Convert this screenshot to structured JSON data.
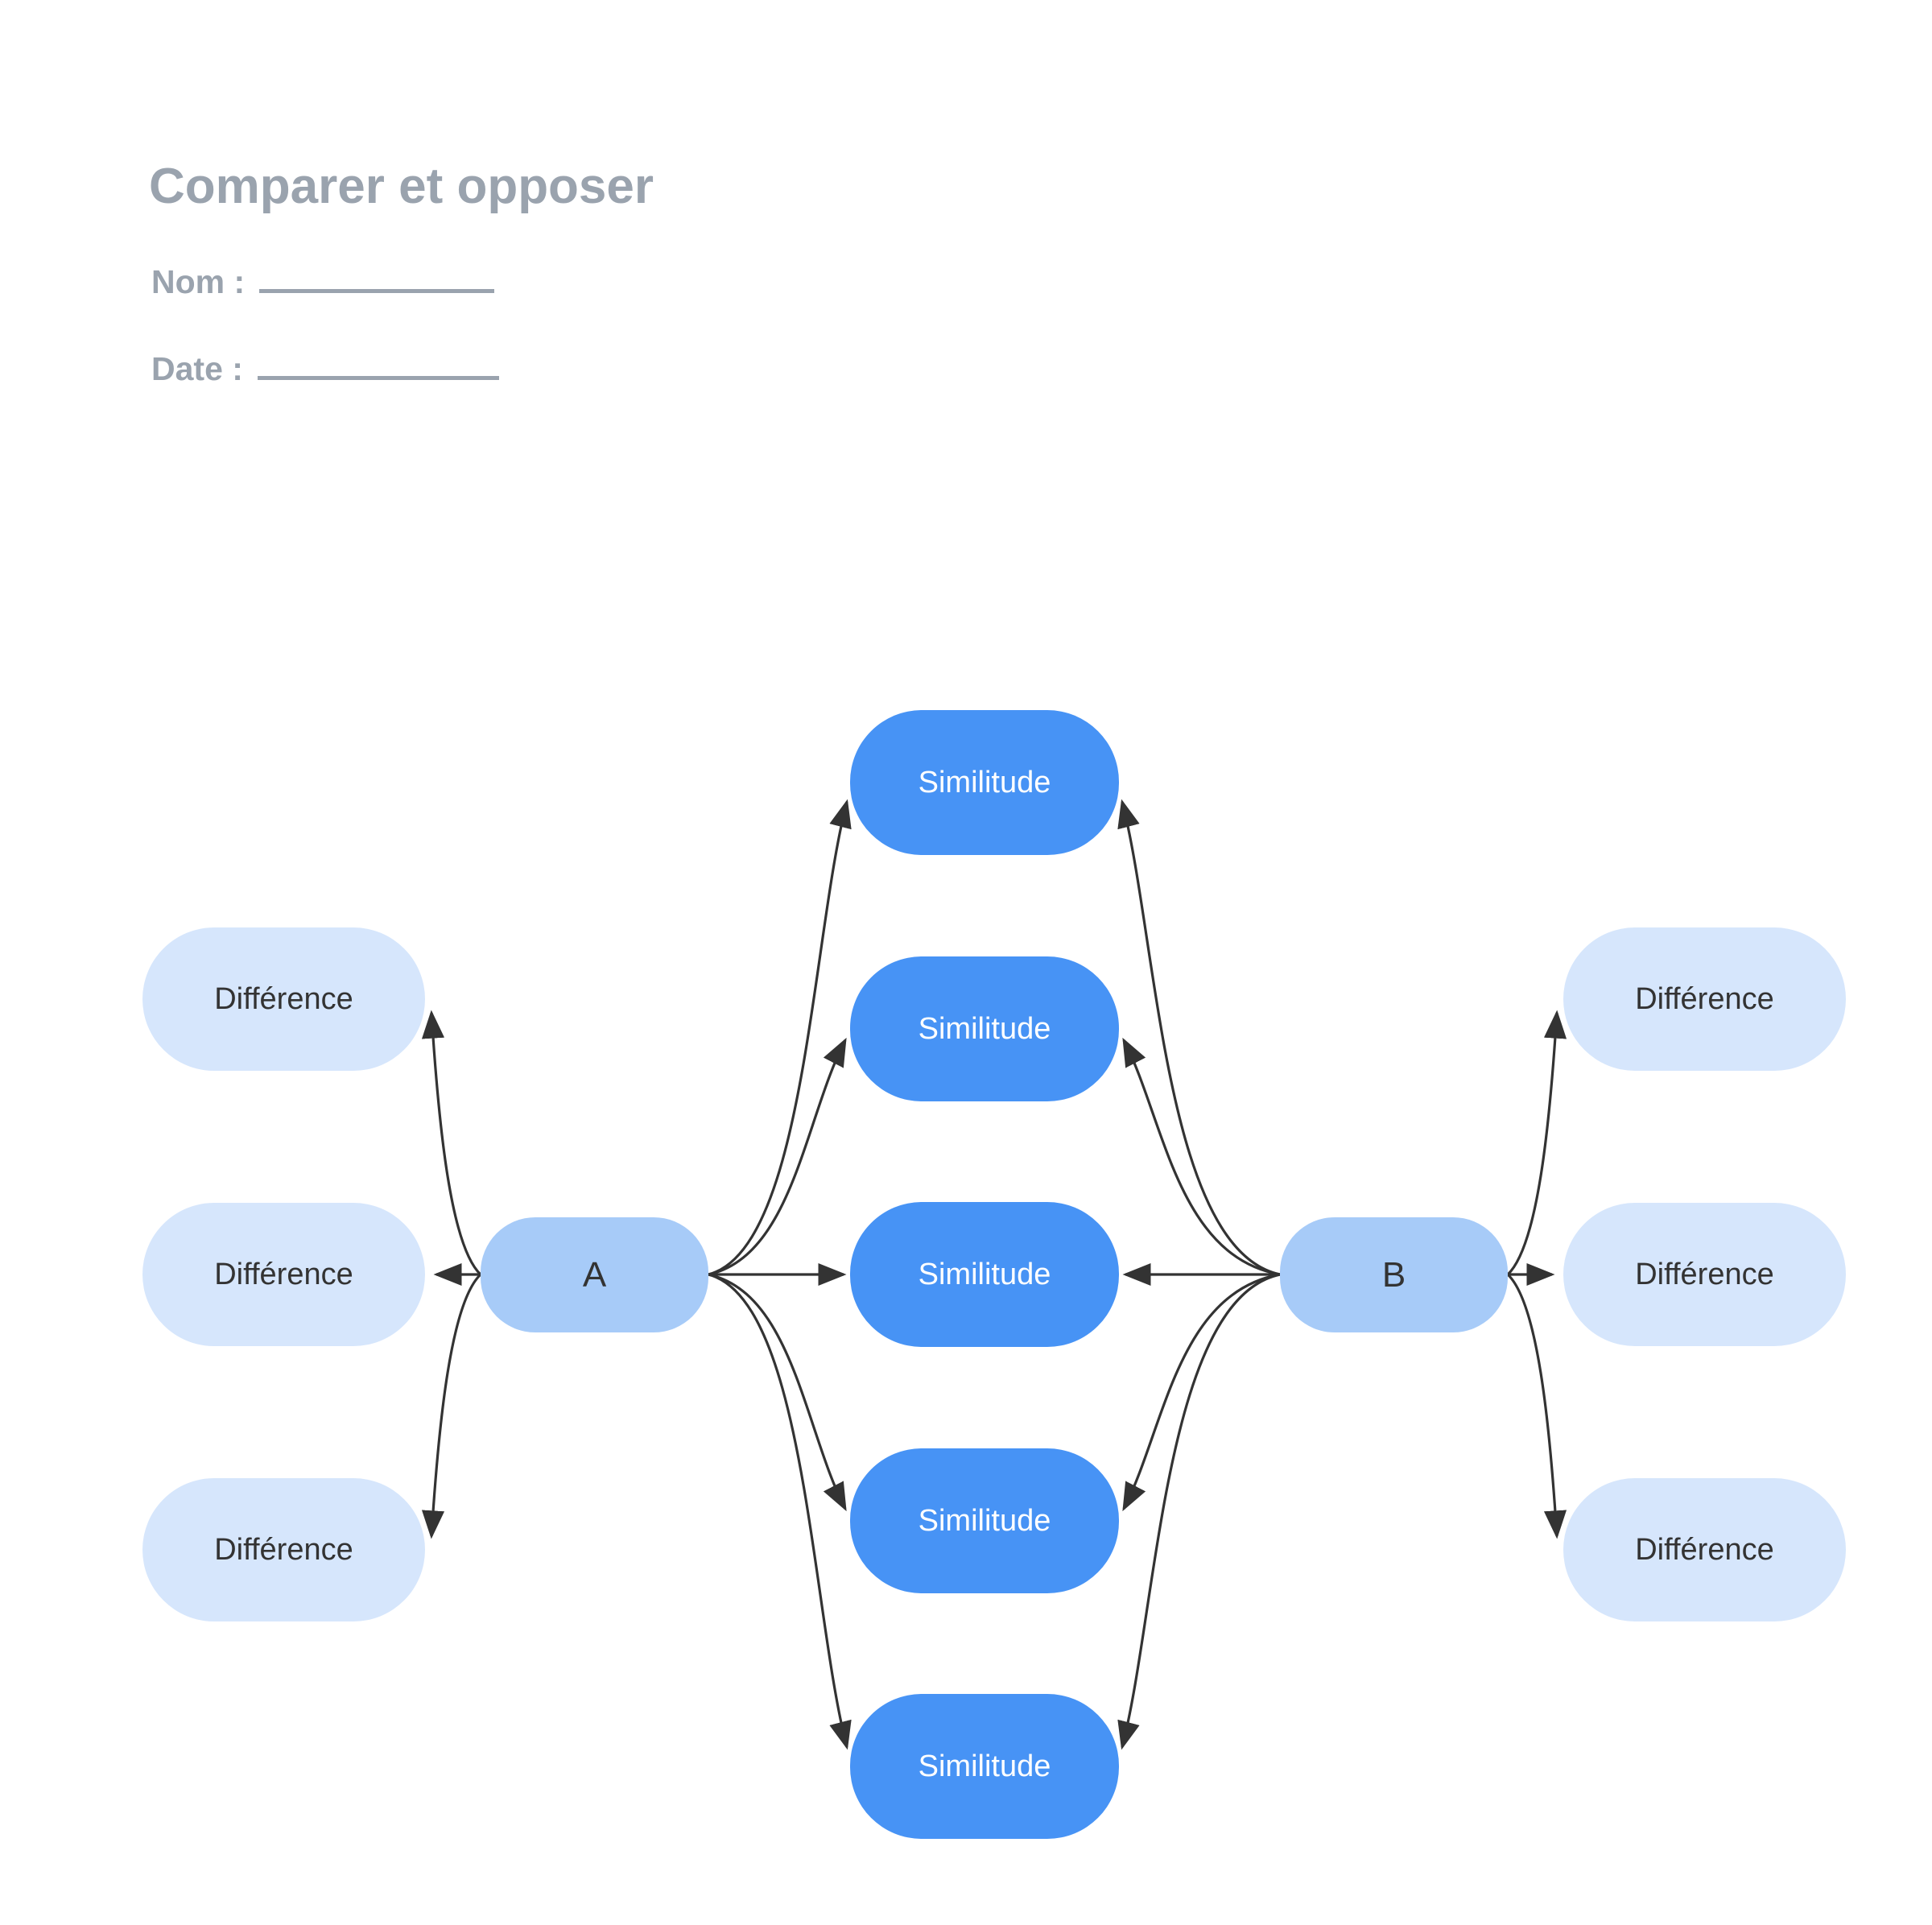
{
  "page": {
    "title": "Comparer et opposer"
  },
  "form": {
    "name_label": "Nom :",
    "name_value": "",
    "date_label": "Date :",
    "date_value": ""
  },
  "diagram": {
    "hub_a": "A",
    "hub_b": "B",
    "similitudes": [
      "Similitude",
      "Similitude",
      "Similitude",
      "Similitude",
      "Similitude"
    ],
    "differences_left": [
      "Différence",
      "Différence",
      "Différence"
    ],
    "differences_right": [
      "Différence",
      "Différence",
      "Différence"
    ]
  },
  "colors": {
    "similitude": "#4793f5",
    "hub": "#a7cbf8",
    "difference": "#d6e6fc",
    "arrow": "#333333",
    "muted": "#9aa3ae",
    "ink": "#333333",
    "bg": "#ffffff"
  }
}
